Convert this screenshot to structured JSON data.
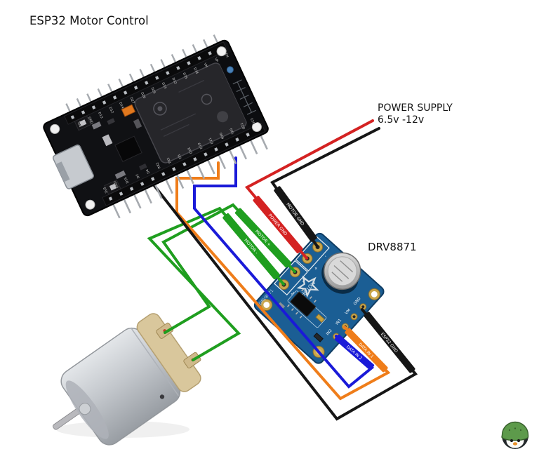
{
  "title": "ESP32 Motor Control",
  "annotations": {
    "power_supply_1": "POWER SUPPLY",
    "power_supply_2": "6.5v -12v",
    "driver_name": "DRV8871"
  },
  "wire_labels": {
    "motor_gnd": "MOTOR GND",
    "power_gnd": "POWER GND",
    "motor_minus": "MOTOR -",
    "motor_plus": "MOTOR +",
    "data_in_2": "DATA IN 2",
    "data_in_1": "DATA IN 1",
    "esp32_gnd": "ESP32 GND"
  },
  "colors": {
    "wire_red": "#d42222",
    "wire_black": "#161616",
    "wire_green": "#1f9e1f",
    "wire_blue": "#1a1ad8",
    "wire_orange": "#ef7d1a",
    "esp32_pcb": "#101114",
    "drv_pcb": "#1b5e94"
  },
  "esp32": {
    "pins_top": [
      "VIN",
      "GND",
      "D13",
      "D12",
      "D14",
      "D27",
      "D26",
      "D25",
      "D33",
      "D32",
      "D35",
      "D34",
      "VN",
      "VP",
      "EN"
    ],
    "pins_bottom": [
      "3V3",
      "GND",
      "D15",
      "D2",
      "D4",
      "RX2",
      "TX2",
      "D5",
      "D18",
      "D19",
      "D21",
      "RX0",
      "TX0",
      "D22",
      "D23"
    ]
  },
  "drv8871": {
    "silk_motor": "MOTOR",
    "silk_power": "POWER",
    "silk_board": "DRV8871",
    "pin_labels": {
      "gnd": "GND",
      "vm": "VM",
      "in1": "IN1",
      "in2": "IN2"
    },
    "pad_marks": {
      "minus": "-",
      "plus": "+",
      "one": "1",
      "two": "2"
    }
  }
}
